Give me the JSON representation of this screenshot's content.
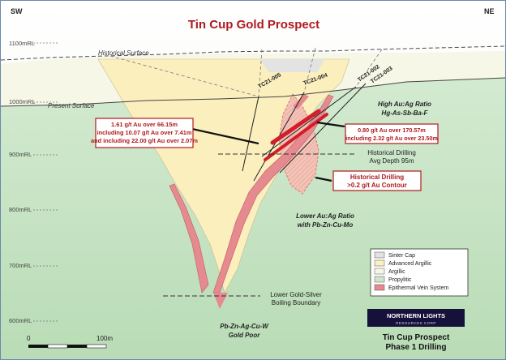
{
  "title": "Tin Cup Gold Prospect",
  "corner_sw": "SW",
  "corner_ne": "NE",
  "elevations": [
    "1100mRL",
    "1000mRL",
    "900mRL",
    "800mRL",
    "700mRL",
    "600mRL"
  ],
  "surfaces": {
    "historical": "Historical Surface",
    "present": "Present Surface"
  },
  "holes": [
    "TC21-005",
    "TC21-004",
    "TC21-002",
    "TC21-003"
  ],
  "callouts": {
    "left": [
      "1.61 g/t Au over 66.15m",
      "including 10.07 g/t Au over 7.41m",
      "and including 22.00 g/t Au over 2.07m"
    ],
    "right": [
      "0.80 g/t Au over 170.57m",
      "including 2.32 g/t Au over 23.50m"
    ],
    "historical_contour": [
      "Historical Drilling",
      ">0.2 g/t Au Contour"
    ]
  },
  "annotations": {
    "high_ratio": [
      "High Au:Ag Ratio",
      "Hg-As-Sb-Ba-F"
    ],
    "historical_depth": [
      "Historical Drilling",
      "Avg Depth 95m"
    ],
    "lower_ratio": [
      "Lower Au:Ag Ratio",
      "with Pb-Zn-Cu-Mo"
    ],
    "boiling": [
      "Lower Gold-Silver",
      "Boiling Boundary"
    ],
    "deep": [
      "Pb-Zn-Ag-Cu-W",
      "Gold Poor"
    ]
  },
  "legend": [
    {
      "label": "Sinter Cap",
      "color": "#e2e2e2"
    },
    {
      "label": "Advanced Argillic",
      "color": "#fbf0c0"
    },
    {
      "label": "Argillic",
      "color": "#f6f7e6"
    },
    {
      "label": "Propylitic",
      "color": "#cfe6cc"
    },
    {
      "label": "Epithermal Vein System",
      "color": "#e58a8f"
    }
  ],
  "scale": {
    "start": "0",
    "end": "100m"
  },
  "logo": {
    "line1": "NORTHERN LIGHTS",
    "line2": "RESOURCES CORP"
  },
  "footer": [
    "Tin Cup Prospect",
    "Phase 1 Drilling"
  ]
}
